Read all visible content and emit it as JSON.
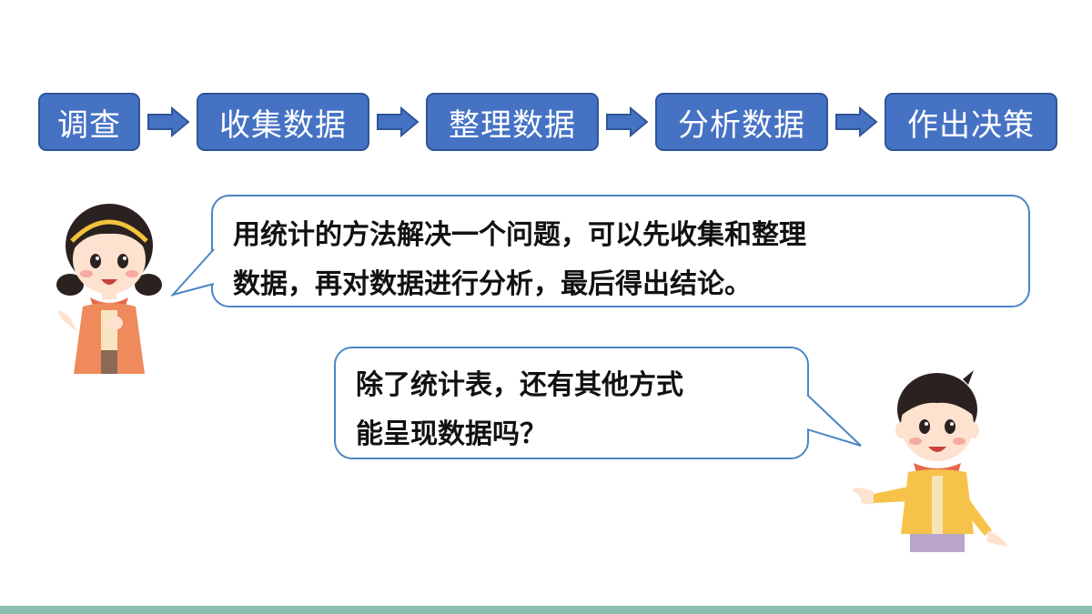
{
  "flow": {
    "steps": [
      "调查",
      "收集数据",
      "整理数据",
      "分析数据",
      "作出决策"
    ]
  },
  "bubbles": {
    "girl": {
      "line1": "用统计的方法解决一个问题，可以先收集和整理",
      "line2": "数据，再对数据进行分析，最后得出结论。"
    },
    "boy": {
      "line1": "除了统计表，还有其他方式",
      "line2": "能呈现数据吗？"
    }
  },
  "colors": {
    "step_fill": "#4672c4",
    "arrow_fill": "#4672c4",
    "bubble_border": "#4a86c5",
    "footer_bar": "#8bbdb0"
  },
  "icons": [
    "girl-character",
    "boy-character",
    "right-arrow-icon"
  ]
}
